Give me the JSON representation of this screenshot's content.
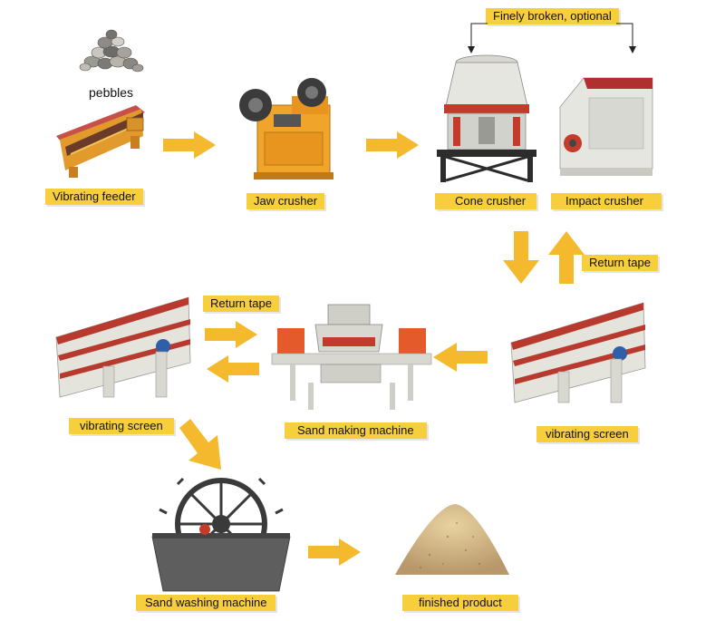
{
  "labels": {
    "pebbles": "pebbles",
    "vibrating_feeder": "Vibrating feeder",
    "jaw_crusher": "Jaw crusher",
    "cone_crusher": "Cone crusher",
    "impact_crusher": "Impact crusher",
    "finely_broken": "Finely broken, optional",
    "return_tape_right": "Return tape",
    "return_tape_left": "Return tape",
    "vibrating_screen_left": "vibrating screen",
    "vibrating_screen_right": "vibrating screen",
    "sand_making_machine": "Sand making machine",
    "sand_washing_machine": "Sand washing machine",
    "finished_product": "finished product"
  },
  "colors": {
    "label_bg": "#f7cf3c",
    "arrow": "#f5b92e",
    "machine_orange": "#e8a12c",
    "machine_red": "#c43b2b",
    "machine_grey": "#d8d8d0"
  }
}
